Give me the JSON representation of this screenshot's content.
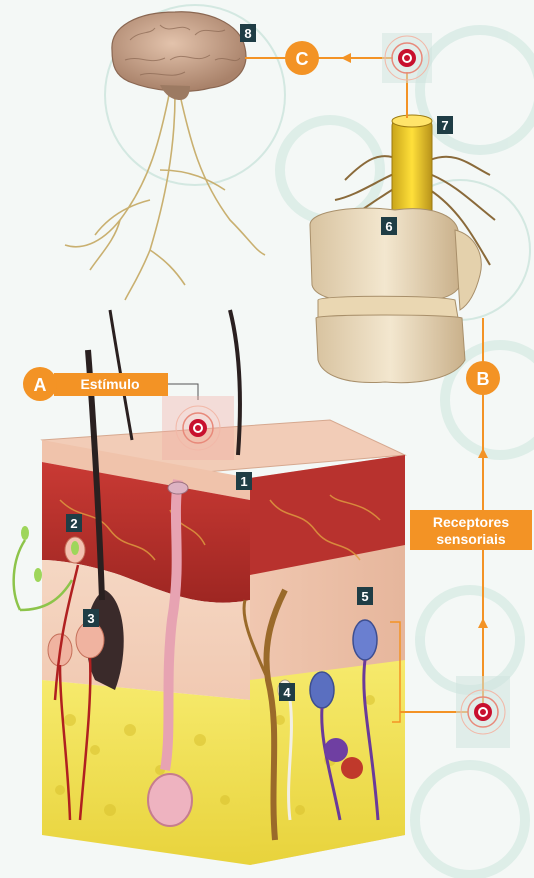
{
  "colors": {
    "accent": "#f39325",
    "badge_bg": "#1f3d45",
    "skin_top": "#f0c6b0",
    "dermis": "#b8322e",
    "fat": "#f2e25a",
    "nerve": "#e0c24a",
    "target_red": "#c8102e"
  },
  "labels": {
    "A": "A",
    "B": "B",
    "C": "C",
    "stimulus": "Estímulo",
    "receptors_line1": "Receptores",
    "receptors_line2": "sensoriais"
  },
  "markers": {
    "m1": "1",
    "m2": "2",
    "m3": "3",
    "m4": "4",
    "m5": "5",
    "m6": "6",
    "m7": "7",
    "m8": "8"
  },
  "icons": {
    "target": "target-icon",
    "arrow": "arrow-icon"
  }
}
